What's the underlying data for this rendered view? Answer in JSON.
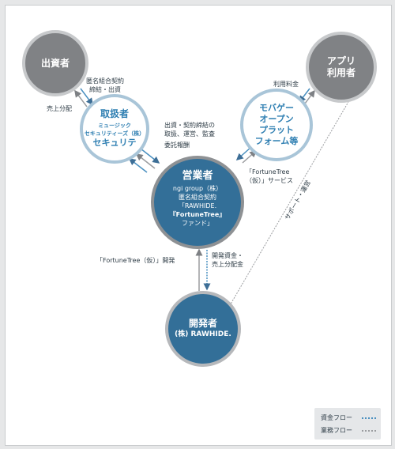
{
  "nodes": {
    "investor": {
      "title": "出資者"
    },
    "app_user": {
      "title_line1": "アプリ",
      "title_line2": "利用者"
    },
    "handler": {
      "title": "取扱者",
      "sub_line1": "ミュージック",
      "sub_line2": "セキュリティーズ（株）",
      "main": "セキュリテ"
    },
    "mobage": {
      "line1": "モバゲー",
      "line2": "オープン",
      "line3": "プラット",
      "line4": "フォーム等"
    },
    "operator": {
      "title": "営業者",
      "line1": "ngi group（株）",
      "line2": "匿名組合契約",
      "line3": "「RAWHIDE.",
      "line4": "『FortuneTree』",
      "line5": "ファンド」"
    },
    "developer": {
      "title": "開発者",
      "sub": "(株) RAWHIDE."
    }
  },
  "edges": {
    "anon_contract_1": "匿名組合契約",
    "anon_contract_2": "締結・出資",
    "revenue_share": "売上分配",
    "investment_1": "出資・契約締結の",
    "investment_2": "取扱、運営、監査",
    "commission": "委託報酬",
    "usage_fee": "利用料金",
    "service_1": "「FortuneTree",
    "service_2": "（仮）」サービス",
    "support": "サポート・運営",
    "development": "「FortuneTree（仮）」開発",
    "dev_funds_1": "開発資金・",
    "dev_funds_2": "売上分配金"
  },
  "legend": {
    "fund_flow": "資金フロー",
    "business_flow": "業務フロー"
  },
  "colors": {
    "node_dark": "#336f98",
    "node_gray": "#808285",
    "node_light_border": "#a9c5d8",
    "accent_text": "#2f7fb2",
    "fund_flow": "#4a90c0",
    "business_flow": "#9a9c9f"
  }
}
